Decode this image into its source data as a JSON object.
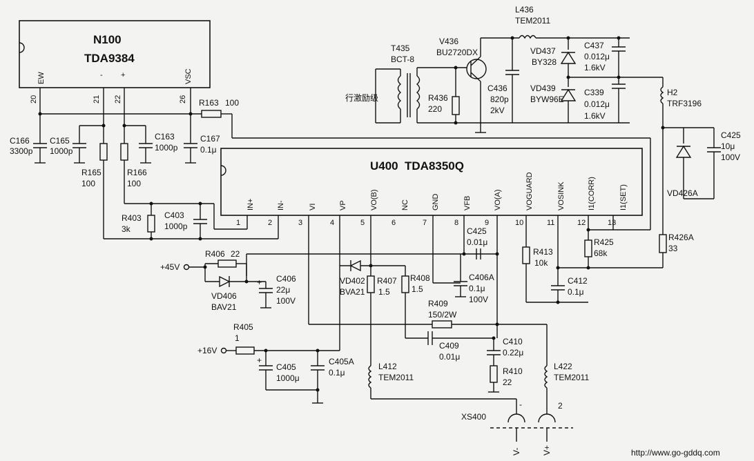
{
  "n100": {
    "ref": "N100",
    "part": "TDA9384",
    "pins": [
      {
        "num": "20",
        "name": "EW"
      },
      {
        "num": "21",
        "name": "-"
      },
      {
        "num": "22",
        "name": "+"
      },
      {
        "num": "26",
        "name": "VSC"
      }
    ]
  },
  "u400": {
    "ref": "U400",
    "part": "TDA8350Q",
    "pins": [
      {
        "num": "1",
        "name": "IN+"
      },
      {
        "num": "2",
        "name": "IN-"
      },
      {
        "num": "3",
        "name": "VI"
      },
      {
        "num": "4",
        "name": "VP"
      },
      {
        "num": "5",
        "name": "VO(B)"
      },
      {
        "num": "6",
        "name": "NC"
      },
      {
        "num": "7",
        "name": "GND"
      },
      {
        "num": "8",
        "name": "VFB"
      },
      {
        "num": "9",
        "name": "VO(A)"
      },
      {
        "num": "10",
        "name": "VOGUARD"
      },
      {
        "num": "11",
        "name": "VOSINK"
      },
      {
        "num": "12",
        "name": "I1(CORR)"
      },
      {
        "num": "13",
        "name": "I1(SET)"
      }
    ]
  },
  "components": {
    "C166": {
      "ref": "C166",
      "val": "3300p"
    },
    "C165": {
      "ref": "C165",
      "val": "1000p"
    },
    "R165": {
      "ref": "R165",
      "val": "100"
    },
    "R166": {
      "ref": "R166",
      "val": "100"
    },
    "C163": {
      "ref": "C163",
      "val": "1000p"
    },
    "C167": {
      "ref": "C167",
      "val": "0.1μ"
    },
    "R163": {
      "ref": "R163",
      "val": "100"
    },
    "R403": {
      "ref": "R403",
      "val": "3k"
    },
    "C403": {
      "ref": "C403",
      "val": "1000p"
    },
    "R406": {
      "ref": "R406",
      "val": "22"
    },
    "VD406": {
      "ref": "VD406",
      "val": "BAV21"
    },
    "C406": {
      "ref": "C406",
      "val1": "22μ",
      "val2": "100V"
    },
    "R405": {
      "ref": "R405",
      "val": "1"
    },
    "C405": {
      "ref": "C405",
      "val": "1000μ"
    },
    "C405A": {
      "ref": "C405A",
      "val": "0.1μ"
    },
    "VD402": {
      "ref": "VD402",
      "val": "BVA21"
    },
    "R407": {
      "ref": "R407",
      "val": "1.5"
    },
    "R408": {
      "ref": "R408",
      "val": "1.5"
    },
    "C425": {
      "ref": "C425",
      "val": "0.01μ"
    },
    "C406A": {
      "ref": "C406A",
      "val1": "0.1μ",
      "val2": "100V"
    },
    "R409": {
      "ref": "R409",
      "val": "150/2W"
    },
    "C409": {
      "ref": "C409",
      "val": "0.01μ"
    },
    "C410": {
      "ref": "C410",
      "val": "0.22μ"
    },
    "R410": {
      "ref": "R410",
      "val": "22"
    },
    "L412": {
      "ref": "L412",
      "val": "TEM2011"
    },
    "L422": {
      "ref": "L422",
      "val": "TEM2011"
    },
    "R413": {
      "ref": "R413",
      "val": "10k"
    },
    "C412": {
      "ref": "C412",
      "val": "0.1μ"
    },
    "R425": {
      "ref": "R425",
      "val": "68k"
    },
    "R426A": {
      "ref": "R426A",
      "val": "33"
    },
    "T435": {
      "ref": "T435",
      "val": "BCT-8"
    },
    "R436": {
      "ref": "R436",
      "val": "220"
    },
    "V436": {
      "ref": "V436",
      "val": "BU2720DX"
    },
    "C436": {
      "ref": "C436",
      "val1": "820p",
      "val2": "2kV"
    },
    "L436": {
      "ref": "L436",
      "val": "TEM2011"
    },
    "VD437": {
      "ref": "VD437",
      "val": "BY328"
    },
    "VD439": {
      "ref": "VD439",
      "val": "BYW96E"
    },
    "C437": {
      "ref": "C437",
      "val1": "0.012μ",
      "val2": "1.6kV"
    },
    "C339": {
      "ref": "C339",
      "val1": "0.012μ",
      "val2": "1.6kV"
    },
    "H2": {
      "ref": "H2",
      "val": "TRF3196"
    },
    "C425b": {
      "ref": "C425",
      "val1": "10μ",
      "val2": "100V"
    },
    "VD426A": {
      "ref": "VD426A"
    }
  },
  "labels": {
    "drive": "行激励级",
    "v45": "+45V",
    "v16": "+16V",
    "xs400": "XS400",
    "xs_minus": "-",
    "xs_two": "2",
    "v_minus": "V-",
    "v_plus": "V+",
    "watermark": "http://www.go-gddq.com"
  }
}
